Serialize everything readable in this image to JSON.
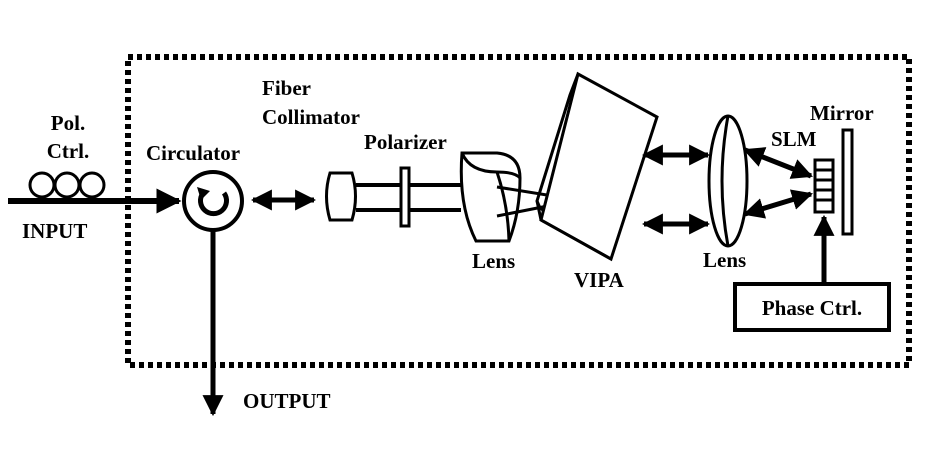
{
  "labels": {
    "pol_ctrl_line1": "Pol.",
    "pol_ctrl_line2": "Ctrl.",
    "input": "INPUT",
    "circulator": "Circulator",
    "fiber_line1": "Fiber",
    "fiber_line2": "Collimator",
    "polarizer": "Polarizer",
    "lens_left": "Lens",
    "vipa": "VIPA",
    "lens_right": "Lens",
    "slm": "SLM",
    "mirror": "Mirror",
    "phase_ctrl": "Phase Ctrl.",
    "output": "OUTPUT"
  },
  "colors": {
    "ink": "#000000",
    "background": "#ffffff"
  },
  "icons": {
    "circulator_symbol": "circular-arrow-icon",
    "pol_ctrl_symbol": "fiber-loops-icon"
  }
}
